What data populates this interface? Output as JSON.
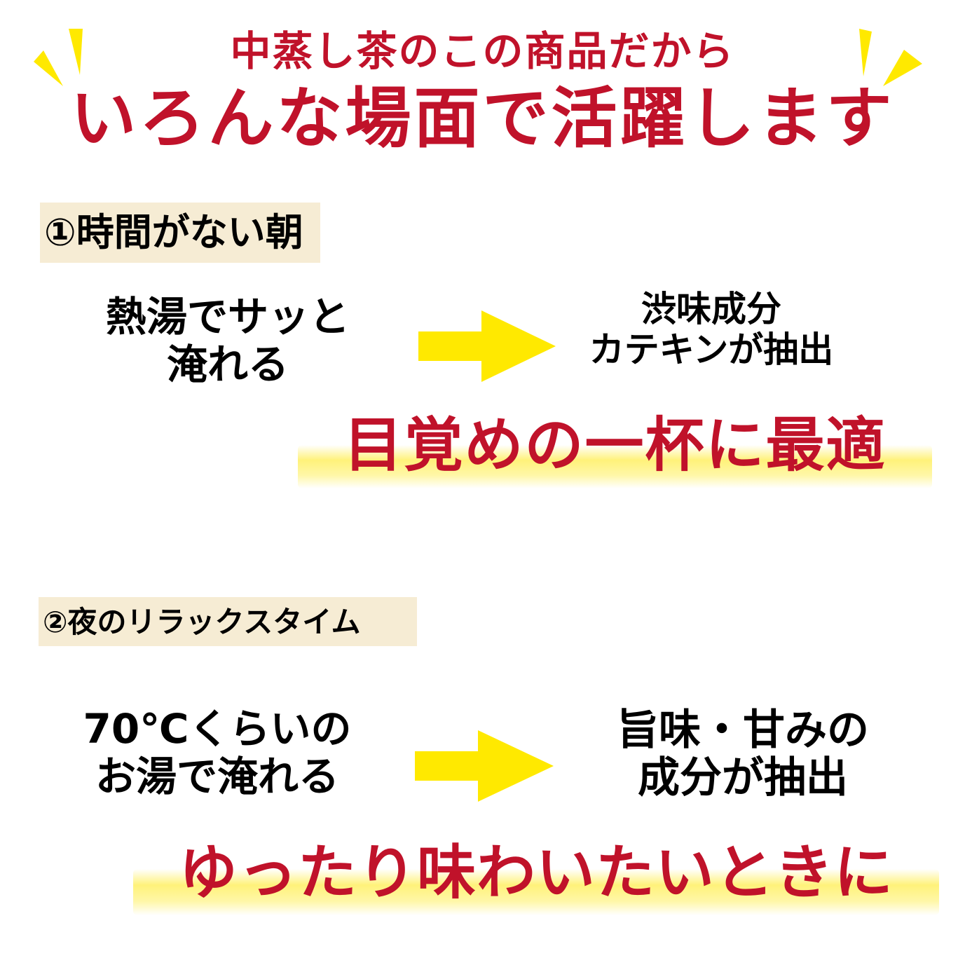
{
  "header": {
    "subtitle": "中蒸し茶のこの商品だから",
    "title": "いろんな場面で活躍します"
  },
  "sections": [
    {
      "label": "①時間がない朝",
      "method_lines": [
        "熱湯でサッと",
        "淹れる"
      ],
      "arrow_icon": "right-arrow-icon",
      "result_lines": [
        "渋味成分",
        "カテキンが抽出"
      ],
      "highlight": "目覚めの一杯に最適"
    },
    {
      "label": "②夜のリラックスタイム",
      "method_lines": [
        "70℃くらいの",
        "お湯で淹れる"
      ],
      "arrow_icon": "right-arrow-icon",
      "result_lines": [
        "旨味・甘みの",
        "成分が抽出"
      ],
      "highlight": "ゆったり味わいたいときに"
    }
  ],
  "colors": {
    "accent_red": "#c0122a",
    "arrow_yellow": "#ffe900",
    "label_background": "#f6ecd4",
    "highlight_yellow": "#fff27a",
    "text_black": "#000000"
  }
}
